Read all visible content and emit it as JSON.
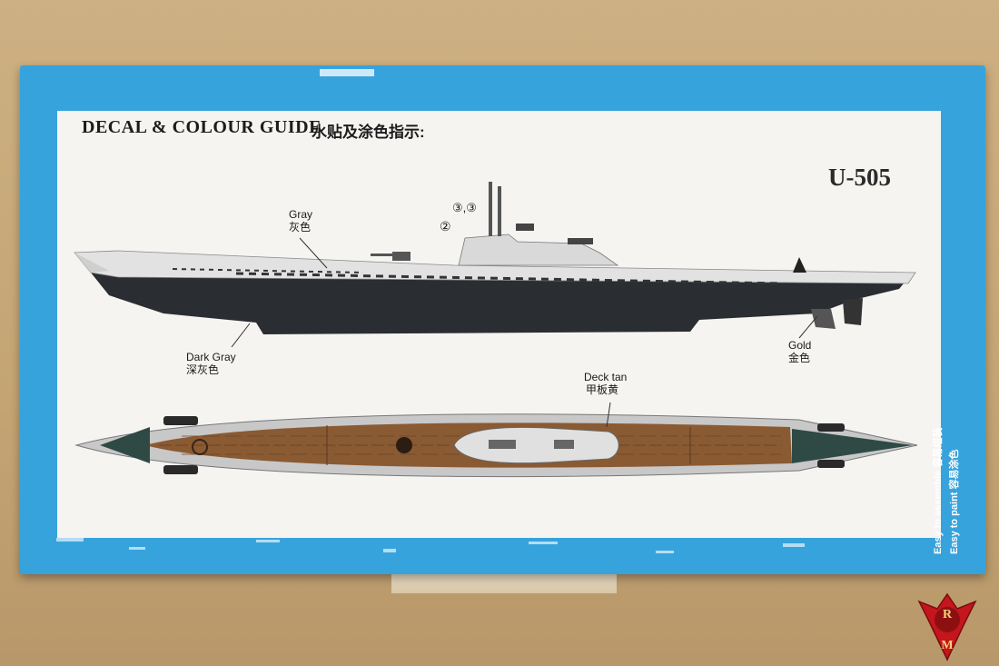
{
  "guide": {
    "title": "DECAL & COLOUR GUIDE",
    "title_cn": "水贴及涂色指示:",
    "model": "U-505"
  },
  "labels": {
    "gray": "Gray",
    "gray_cn": "灰色",
    "dark_gray": "Dark Gray",
    "dark_gray_cn": "深灰色",
    "gold": "Gold",
    "gold_cn": "金色",
    "deck_tan": "Deck tan",
    "deck_tan_cn": "甲板黄",
    "callout_2": "②",
    "callout_3": "③,③"
  },
  "box_side": {
    "line1": "Easy to assemble  容易组装",
    "line2": "Easy to paint  容易涂色"
  },
  "logo": {
    "letters": "RM"
  },
  "colors": {
    "box_blue": "#37a3dc",
    "panel": "#f5f4f1",
    "hull_gray": "#dedede",
    "hull_dark": "#2a2d31",
    "deck_tan": "#8a5a33",
    "bow_green": "#2f4a45",
    "logo_red": "#c4161c"
  }
}
